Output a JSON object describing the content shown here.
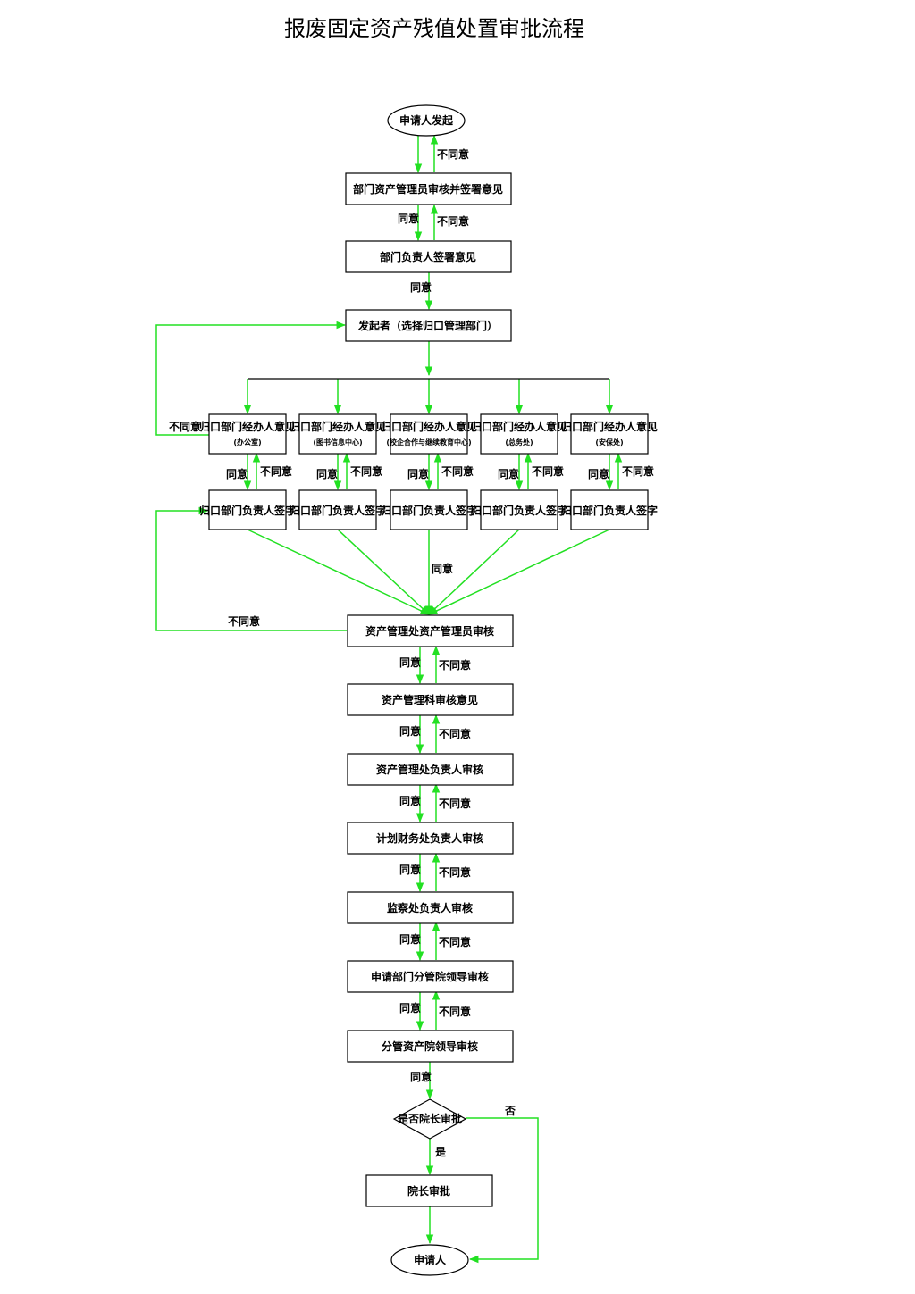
{
  "title": "报废固定资产残值处置审批流程",
  "colors": {
    "flow_line": "#22e022",
    "box_stroke": "#000000"
  },
  "nodes": {
    "start": "申请人发起",
    "dept_asset_admin": "部门资产管理员审核并签署意见",
    "dept_head": "部门负责人签署意见",
    "initiator_select": "发起者（选择归口管理部门）",
    "handler_opinion": "归口部门经办人意见",
    "handler_subs": [
      "(办公室)",
      "(图书信息中心)",
      "(校企合作与继续教育中心)",
      "(总务处)",
      "(安保处)"
    ],
    "head_sign": [
      "归口部门负责人签字",
      "归口部门负责人签字",
      "归口部门负责人签字",
      "归口部门负责人签字",
      "归口部门负责人签字"
    ],
    "asset_office_admin": "资产管理处资产管理员审核",
    "asset_section": "资产管理科审核意见",
    "asset_office_head": "资产管理处负责人审核",
    "finance_head": "计划财务处负责人审核",
    "supervision_head": "监察处负责人审核",
    "applicant_leader": "申请部门分管院领导审核",
    "asset_leader": "分管资产院领导审核",
    "decision": "是否院长审批",
    "president": "院长审批",
    "end": "申请人"
  },
  "labels": {
    "agree": "同意",
    "disagree": "不同意",
    "yes": "是",
    "no": "否"
  }
}
